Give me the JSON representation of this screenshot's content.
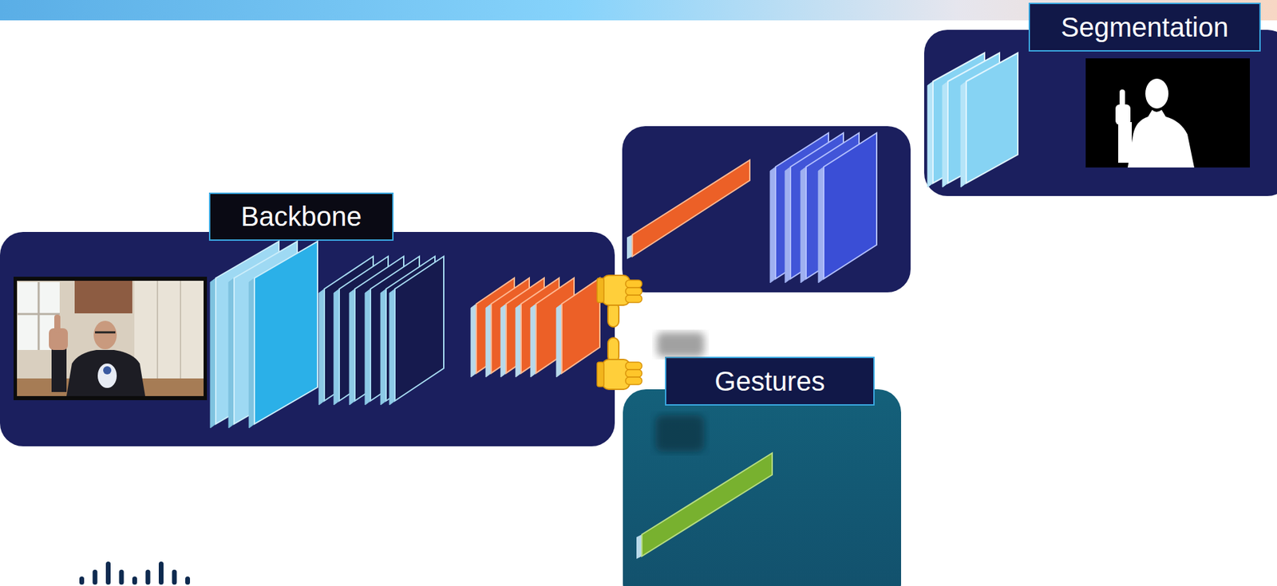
{
  "diagram": {
    "nodes": [
      {
        "text": [
          "Backbone"
        ]
      },
      {
        "text": [
          "Segmentation"
        ]
      },
      {
        "text": [
          "Gestures"
        ]
      }
    ]
  }
}
